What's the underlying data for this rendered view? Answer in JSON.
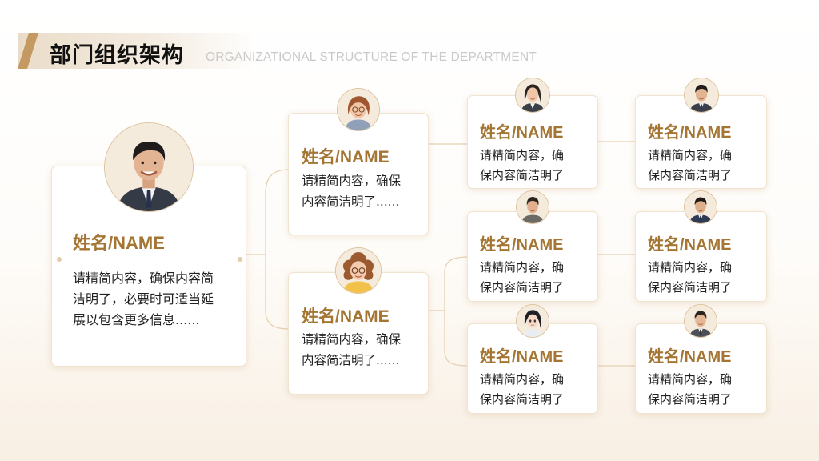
{
  "header": {
    "title_cn": "部门组织架构",
    "title_en": "ORGANIZATIONAL STRUCTURE OF THE DEPARTMENT"
  },
  "colors": {
    "accent": "#a47533",
    "card_border": "#f0e3cf",
    "connector": "#e6d0b0",
    "title_slash": "#c49a62"
  },
  "org": {
    "head": {
      "name": "姓名/NAME",
      "desc_lines": [
        "请精简内容，确保内容简",
        "洁明了，必要时可适当延",
        "展以包含更多信息......"
      ],
      "avatar_icon": "man-suit-avatar-icon"
    },
    "level2": [
      {
        "name": "姓名/NAME",
        "desc_lines": [
          "请精简内容，确保",
          "内容简洁明了......"
        ],
        "avatar_icon": "woman-glasses-avatar-icon"
      },
      {
        "name": "姓名/NAME",
        "desc_lines": [
          "请精简内容，确保",
          "内容简洁明了......"
        ],
        "avatar_icon": "woman-curly-avatar-icon"
      }
    ],
    "level3": [
      {
        "name": "姓名/NAME",
        "desc_lines": [
          "请精简内容，确",
          "保内容简洁明了"
        ],
        "avatar_icon": "woman-suit-avatar-icon"
      },
      {
        "name": "姓名/NAME",
        "desc_lines": [
          "请精简内容，确",
          "保内容简洁明了"
        ],
        "avatar_icon": "man-casual-avatar-icon"
      },
      {
        "name": "姓名/NAME",
        "desc_lines": [
          "请精简内容，确",
          "保内容简洁明了"
        ],
        "avatar_icon": "woman-anime-avatar-icon"
      }
    ],
    "level4": [
      {
        "name": "姓名/NAME",
        "desc_lines": [
          "请精简内容，确",
          "保内容简洁明了"
        ],
        "avatar_icon": "man-suit-avatar-icon"
      },
      {
        "name": "姓名/NAME",
        "desc_lines": [
          "请精简内容，确",
          "保内容简洁明了"
        ],
        "avatar_icon": "man-suit-avatar-icon"
      },
      {
        "name": "姓名/NAME",
        "desc_lines": [
          "请精简内容，确",
          "保内容简洁明了"
        ],
        "avatar_icon": "man-suit-avatar-icon"
      }
    ]
  }
}
